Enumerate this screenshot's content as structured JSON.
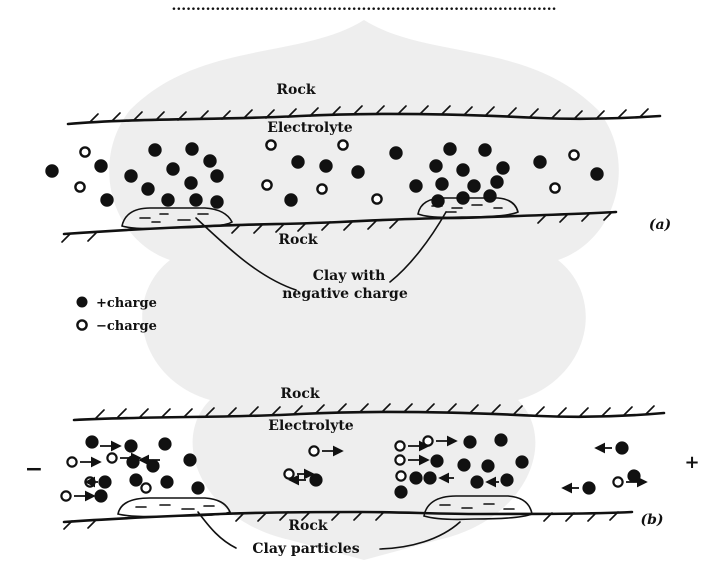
{
  "top_caption": "...............................................................................",
  "panel_a": {
    "rock_top_label": "Rock",
    "electrolyte_label": "Electrolyte",
    "rock_bottom_label": "Rock",
    "clay_label_line1": "Clay with",
    "clay_label_line2": "negative charge",
    "panel_tag": "(a)"
  },
  "legend": {
    "positive_label": "+charge",
    "negative_label": "−charge"
  },
  "panel_b": {
    "rock_top_label": "Rock",
    "electrolyte_label": "Electrolyte",
    "rock_bottom_label": "Rock",
    "clay_label": "Clay particles",
    "panel_tag": "(b)",
    "left_electrode": "−",
    "right_electrode": "+"
  },
  "colors": {
    "ink": "#111111",
    "watermark": "#ececec"
  }
}
